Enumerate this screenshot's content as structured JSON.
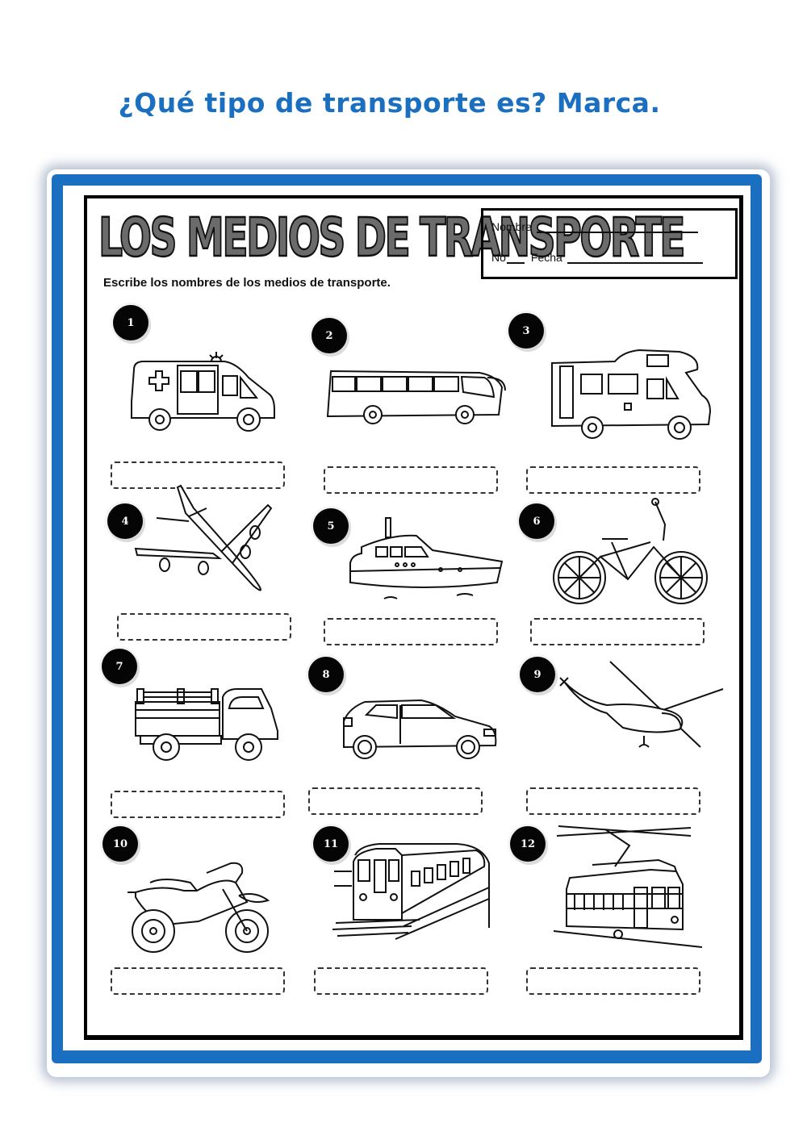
{
  "instruction": "¿Qué tipo de transporte es? Marca.",
  "worksheet": {
    "title": "LOS MEDIOS DE TRANSPORTE",
    "subtitle": "Escribe los nombres de los medios de transporte.",
    "info": {
      "name_label": "Nombre",
      "number_label": "No",
      "date_label": "Fecha"
    },
    "items": [
      {
        "number": "1",
        "vehicle": "ambulance",
        "answer": ""
      },
      {
        "number": "2",
        "vehicle": "bus",
        "answer": ""
      },
      {
        "number": "3",
        "vehicle": "camper-van",
        "answer": ""
      },
      {
        "number": "4",
        "vehicle": "airplane",
        "answer": ""
      },
      {
        "number": "5",
        "vehicle": "boat",
        "answer": ""
      },
      {
        "number": "6",
        "vehicle": "bicycle",
        "answer": ""
      },
      {
        "number": "7",
        "vehicle": "truck",
        "answer": ""
      },
      {
        "number": "8",
        "vehicle": "car",
        "answer": ""
      },
      {
        "number": "9",
        "vehicle": "helicopter",
        "answer": ""
      },
      {
        "number": "10",
        "vehicle": "motorcycle",
        "answer": ""
      },
      {
        "number": "11",
        "vehicle": "train",
        "answer": ""
      },
      {
        "number": "12",
        "vehicle": "tram",
        "answer": ""
      }
    ]
  },
  "colors": {
    "accent_blue": "#1a6fc0",
    "badge": "#050505",
    "title_fill": "#6b6b6b"
  }
}
